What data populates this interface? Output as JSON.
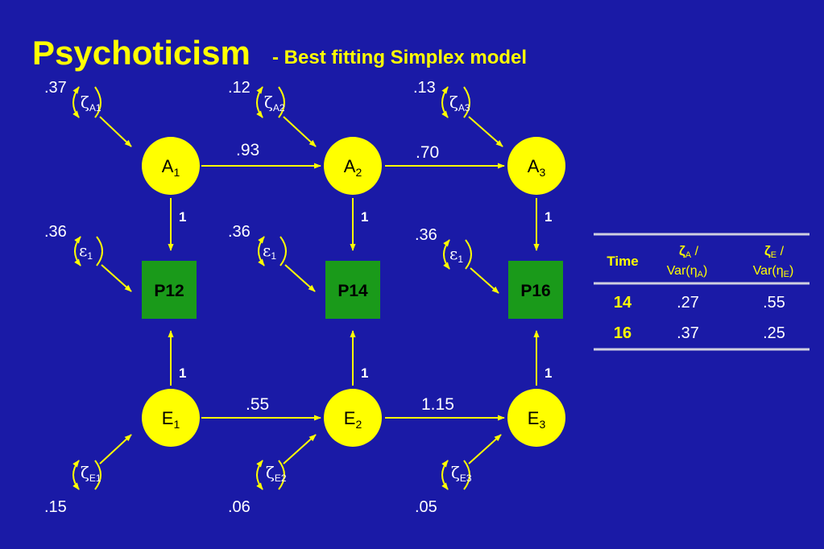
{
  "title": {
    "main": "Psychoticism",
    "sub": "- Best fitting Simplex model"
  },
  "nodes": {
    "A1": {
      "base": "A",
      "sub": "1"
    },
    "A2": {
      "base": "A",
      "sub": "2"
    },
    "A3": {
      "base": "A",
      "sub": "3"
    },
    "P12": {
      "label": "P12"
    },
    "P14": {
      "label": "P14"
    },
    "P16": {
      "label": "P16"
    },
    "E1": {
      "base": "E",
      "sub": "1"
    },
    "E2": {
      "base": "E",
      "sub": "2"
    },
    "E3": {
      "base": "E",
      "sub": "3"
    }
  },
  "innovations": {
    "zA1": {
      "sym": "ζ",
      "sub": "A1",
      "value": ".37"
    },
    "zA2": {
      "sym": "ζ",
      "sub": "A2",
      "value": ".12"
    },
    "zA3": {
      "sym": "ζ",
      "sub": "A3",
      "value": ".13"
    },
    "zE1": {
      "sym": "ζ",
      "sub": "E1",
      "value": ".15"
    },
    "zE2": {
      "sym": "ζ",
      "sub": "E2",
      "value": ".06"
    },
    "zE3": {
      "sym": "ζ",
      "sub": "E3",
      "value": ".05"
    }
  },
  "errors": {
    "e1": {
      "sym": "ε",
      "sub": "1",
      "value": ".36"
    },
    "e2": {
      "sym": "ε",
      "sub": "1",
      "value": ".36"
    },
    "e3": {
      "sym": "ε",
      "sub": "1",
      "value": ".36"
    }
  },
  "paths": {
    "a12": ".93",
    "a23": ".70",
    "e12": ".55",
    "e23": "1.15",
    "loadings": [
      "1",
      "1",
      "1",
      "1",
      "1",
      "1"
    ]
  },
  "table": {
    "col_time": "Time",
    "col_za": {
      "sym": "ζ",
      "sub": "A",
      "slash": " /",
      "var": "Var(η",
      "var_sub": "A",
      "close": ")"
    },
    "col_ze": {
      "sym": "ζ",
      "sub": "E",
      "slash": " /",
      "var": "Var(η",
      "var_sub": "E",
      "close": ")"
    },
    "rows": [
      {
        "time": "14",
        "za": ".27",
        "ze": ".55"
      },
      {
        "time": "16",
        "za": ".37",
        "ze": ".25"
      }
    ]
  },
  "colors": {
    "background": "#1a1aa6",
    "title": "#ffff00",
    "node_fill": "#ffff00",
    "box_fill": "#1a9a1a",
    "arrow": "#ffff00"
  }
}
